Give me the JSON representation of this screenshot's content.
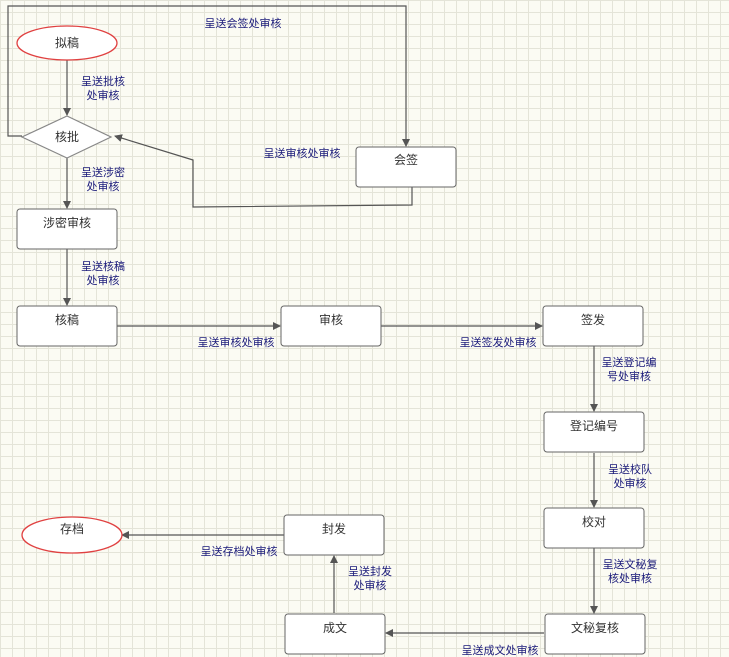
{
  "nodes": {
    "draft": "拟稿",
    "approve": "核批",
    "countersign": "会签",
    "secret_review": "涉密审核",
    "check_draft": "核稿",
    "review": "审核",
    "sign_issue": "签发",
    "register_number": "登记编号",
    "proofread": "校对",
    "secretary_review": "文秘复核",
    "finalize": "成文",
    "seal_dispatch": "封发",
    "archive": "存档"
  },
  "edges": {
    "to_countersign": "呈送会签处审核",
    "to_approve_l1": "呈送批核",
    "to_approve_l2": "处审核",
    "countersign_back": "呈送审核处审核",
    "to_secret_l1": "呈送涉密",
    "to_secret_l2": "处审核",
    "to_check_l1": "呈送核稿",
    "to_check_l2": "处审核",
    "to_review": "呈送审核处审核",
    "to_sign": "呈送签发处审核",
    "to_register_l1": "呈送登记编",
    "to_register_l2": "号处审核",
    "to_proof_l1": "呈送校队",
    "to_proof_l2": "处审核",
    "to_secretary_l1": "呈送文秘复",
    "to_secretary_l2": "核处审核",
    "to_finalize": "呈送成文处审核",
    "to_seal_l1": "呈送封发",
    "to_seal_l2": "处审核",
    "to_archive": "呈送存档处审核"
  }
}
